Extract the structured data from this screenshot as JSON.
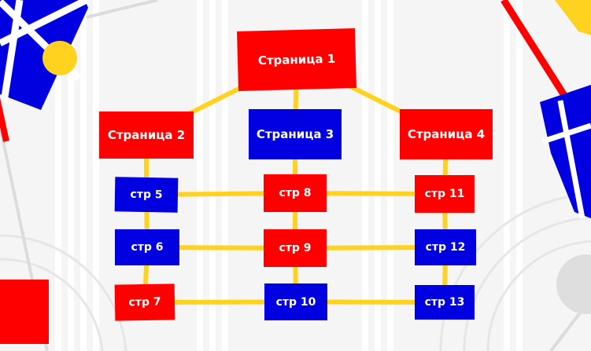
{
  "colors": {
    "red": "#ff0000",
    "blue": "#0000e0",
    "yellow": "#ffd21f",
    "background": "#f5f5f5"
  },
  "nodes": {
    "page1": {
      "label": "Страница 1",
      "color": "red"
    },
    "page2": {
      "label": "Страница 2",
      "color": "red"
    },
    "page3": {
      "label": "Страница 3",
      "color": "blue"
    },
    "page4": {
      "label": "Страница 4",
      "color": "red"
    },
    "p5": {
      "label": "стр 5",
      "color": "blue"
    },
    "p6": {
      "label": "стр 6",
      "color": "blue"
    },
    "p7": {
      "label": "стр 7",
      "color": "red"
    },
    "p8": {
      "label": "стр 8",
      "color": "red"
    },
    "p9": {
      "label": "стр 9",
      "color": "red"
    },
    "p10": {
      "label": "стр 10",
      "color": "blue"
    },
    "p11": {
      "label": "стр 11",
      "color": "red"
    },
    "p12": {
      "label": "стр 12",
      "color": "blue"
    },
    "p13": {
      "label": "стр 13",
      "color": "blue"
    }
  },
  "edges": [
    [
      "page1",
      "page2"
    ],
    [
      "page1",
      "page3"
    ],
    [
      "page1",
      "page4"
    ],
    [
      "page2",
      "p5"
    ],
    [
      "p5",
      "p6"
    ],
    [
      "p6",
      "p7"
    ],
    [
      "page3",
      "p8"
    ],
    [
      "p8",
      "p9"
    ],
    [
      "p9",
      "p10"
    ],
    [
      "page4",
      "p11"
    ],
    [
      "p11",
      "p12"
    ],
    [
      "p12",
      "p13"
    ],
    [
      "p5",
      "p8"
    ],
    [
      "p8",
      "p11"
    ],
    [
      "p6",
      "p9"
    ],
    [
      "p9",
      "p12"
    ],
    [
      "p7",
      "p10"
    ],
    [
      "p10",
      "p13"
    ]
  ]
}
